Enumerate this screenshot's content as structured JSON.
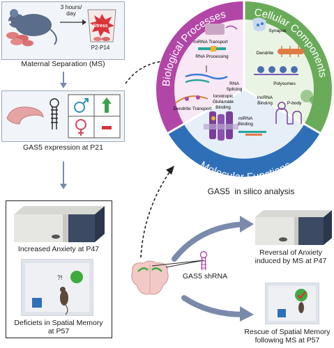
{
  "maternal_separation": {
    "duration_label_line1": "3 hours/",
    "duration_label_line2": "day",
    "stress_label": "Stress",
    "days_label": "P2-P14",
    "caption": "Maternal Separation (MS)"
  },
  "expression": {
    "caption": "GAS5 expression at P21"
  },
  "deficits": {
    "anxiety_caption": "Increased Anxiety at P47",
    "memory_caption_line1": "Deficiets in Spatial Memory",
    "memory_caption_line2": "at P57"
  },
  "wheel": {
    "segments": {
      "biological": "Biological Processes",
      "cellular": "Cellular Components",
      "molecular": "Molecular Functions"
    },
    "biological_items": {
      "mirna_transport": "miRNA Transport",
      "rna_processing": "RNA Processing",
      "rna_splicing_line1": "RNA",
      "rna_splicing_line2": "Splicing",
      "dendritic_transport": "Dendritic Transport"
    },
    "cellular_items": {
      "synapse": "Synapse",
      "dendrite": "Dendrite",
      "polysomes": "Polysomes",
      "p_body": "P-body"
    },
    "molecular_items": {
      "ionotropic_line1": "Ionotropic",
      "ionotropic_line2": "Glutamate",
      "ionotropic_line3": "Binding",
      "lncrna_line1": "lncRNA",
      "lncrna_line2": "Binding",
      "mirna_line1": "miRNA",
      "mirna_line2": "Binding"
    },
    "caption_gene": "GAS5",
    "caption_rest": "in silico analysis"
  },
  "treatment": {
    "shrna_label": "GAS5 shRNA",
    "reversal_line1": "Reversal of Anxiety",
    "reversal_line2": "induced by MS at P47",
    "rescue_line1": "Rescue of Spatial Memory",
    "rescue_line2": "following MS at P57"
  },
  "colors": {
    "biological": "#b246a6",
    "cellular": "#6aab5a",
    "molecular": "#2f6fb8",
    "panel_bg": "#f1f4f9",
    "arrow": "#7a8aab"
  }
}
